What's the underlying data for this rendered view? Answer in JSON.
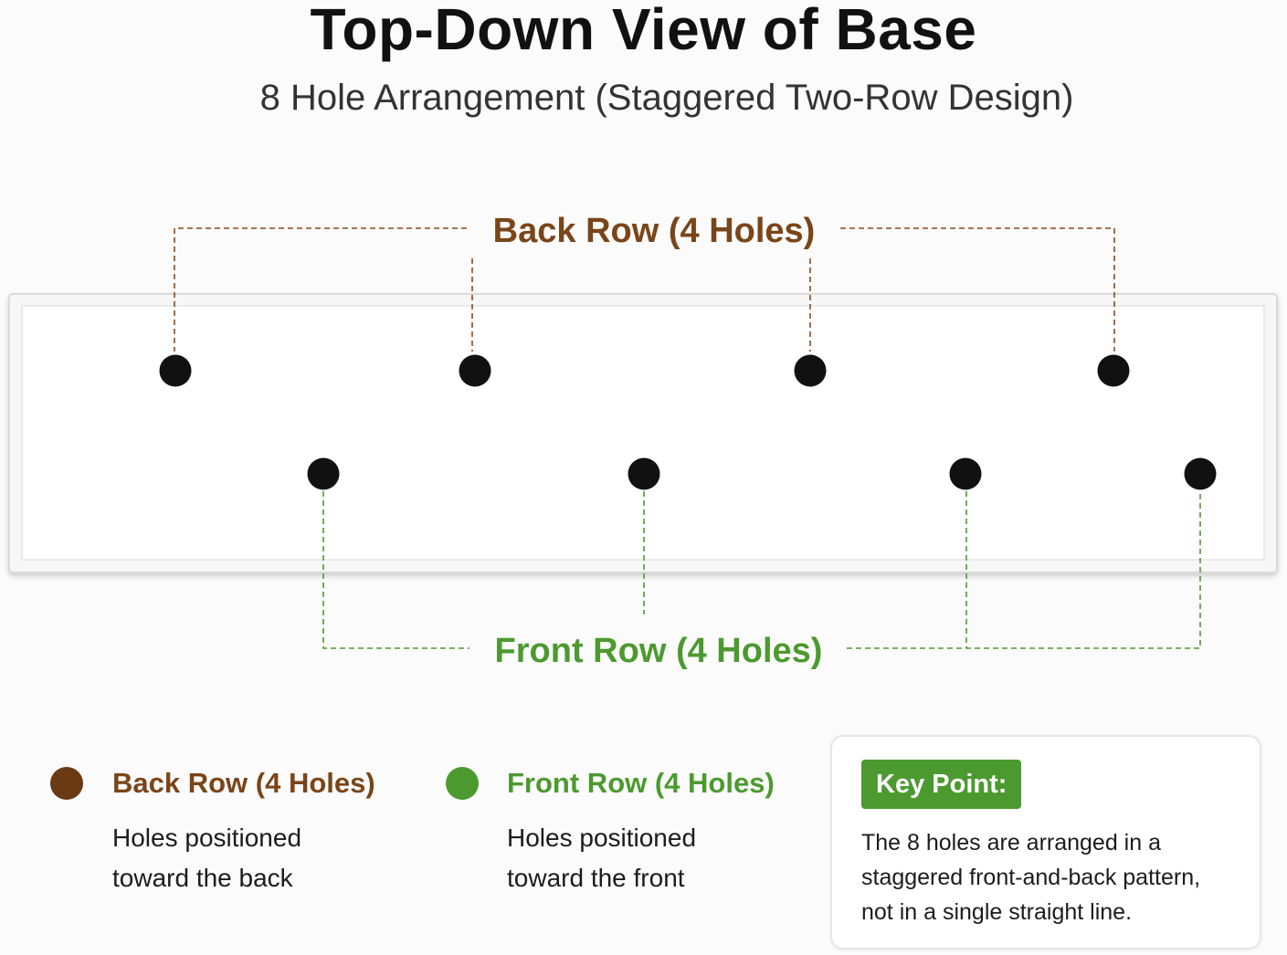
{
  "title": "Top-Down View of Base",
  "subtitle": "8 Hole Arrangement (Staggered Two-Row Design)",
  "colors": {
    "back": "#7a4519",
    "front": "#4c9a2f",
    "hole": "#111111",
    "back_dot": "#6a3a14",
    "front_dot": "#4c9a2f"
  },
  "diagram": {
    "back_label": "Back Row (4 Holes)",
    "front_label": "Front Row (4 Holes)",
    "back_hole_count": 4,
    "front_hole_count": 4
  },
  "legend": {
    "back": {
      "title": "Back Row (4 Holes)",
      "line1": "Holes positioned",
      "line2": "toward the back"
    },
    "front": {
      "title": "Front Row (4 Holes)",
      "line1": "Holes positioned",
      "line2": "toward the front"
    }
  },
  "key_point": {
    "label": "Key Point:",
    "line1": "The 8 holes are arranged in a",
    "line2": "staggered front-and-back pattern,",
    "line3": "not in a single straight line."
  }
}
